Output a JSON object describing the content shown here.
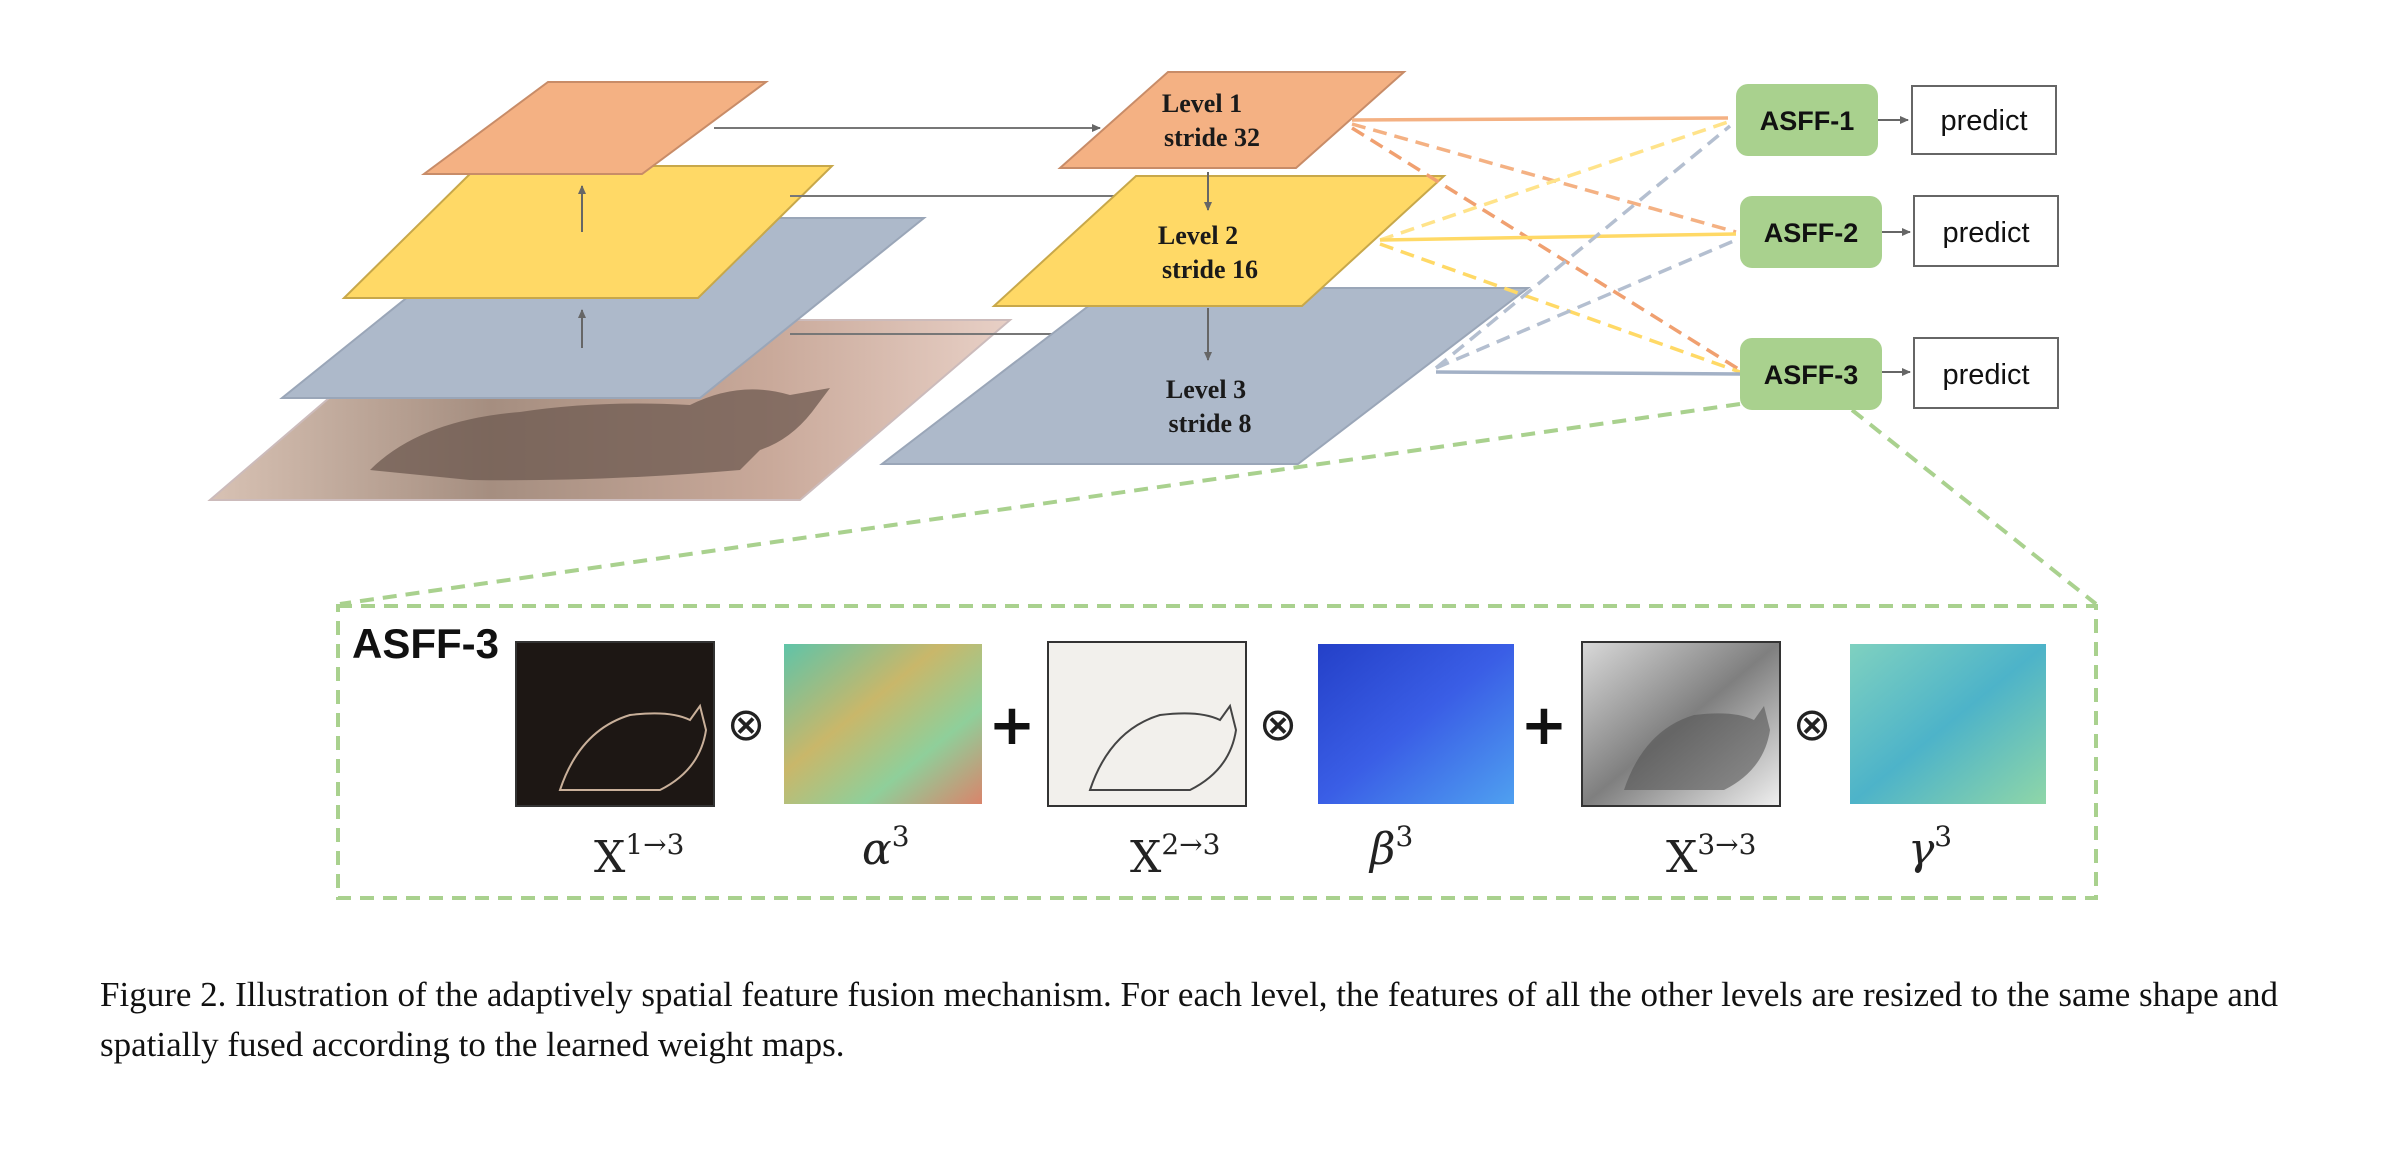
{
  "levels": [
    {
      "name": "Level 1",
      "stride": "stride 32",
      "color": "#f4b183"
    },
    {
      "name": "Level 2",
      "stride": "stride 16",
      "color": "#ffd966"
    },
    {
      "name": "Level 3",
      "stride": "stride 8",
      "color": "#adb9ca"
    }
  ],
  "asff_modules": [
    {
      "label": "ASFF-1",
      "output": "predict"
    },
    {
      "label": "ASFF-2",
      "output": "predict"
    },
    {
      "label": "ASFF-3",
      "output": "predict"
    }
  ],
  "asff_color": "#a9d18e",
  "detail_panel": {
    "title": "ASFF-3",
    "multiply_symbol": "⊗",
    "plus_symbol": "+",
    "terms": [
      {
        "feature": "X",
        "feature_sup": "1→3",
        "weight": "α",
        "weight_sup": "3",
        "feature_style": "dark-edges",
        "weight_style": "heatmap-warm"
      },
      {
        "feature": "X",
        "feature_sup": "2→3",
        "weight": "β",
        "weight_sup": "3",
        "feature_style": "sketch",
        "weight_style": "heatmap-blue"
      },
      {
        "feature": "X",
        "feature_sup": "3→3",
        "weight": "γ",
        "weight_sup": "3",
        "feature_style": "grayscale",
        "weight_style": "heatmap-cyan"
      }
    ]
  },
  "caption": "Figure 2. Illustration of the adaptively spatial feature fusion mechanism. For each level, the features of all the other levels are resized to the same shape and spatially fused according to the learned weight maps."
}
